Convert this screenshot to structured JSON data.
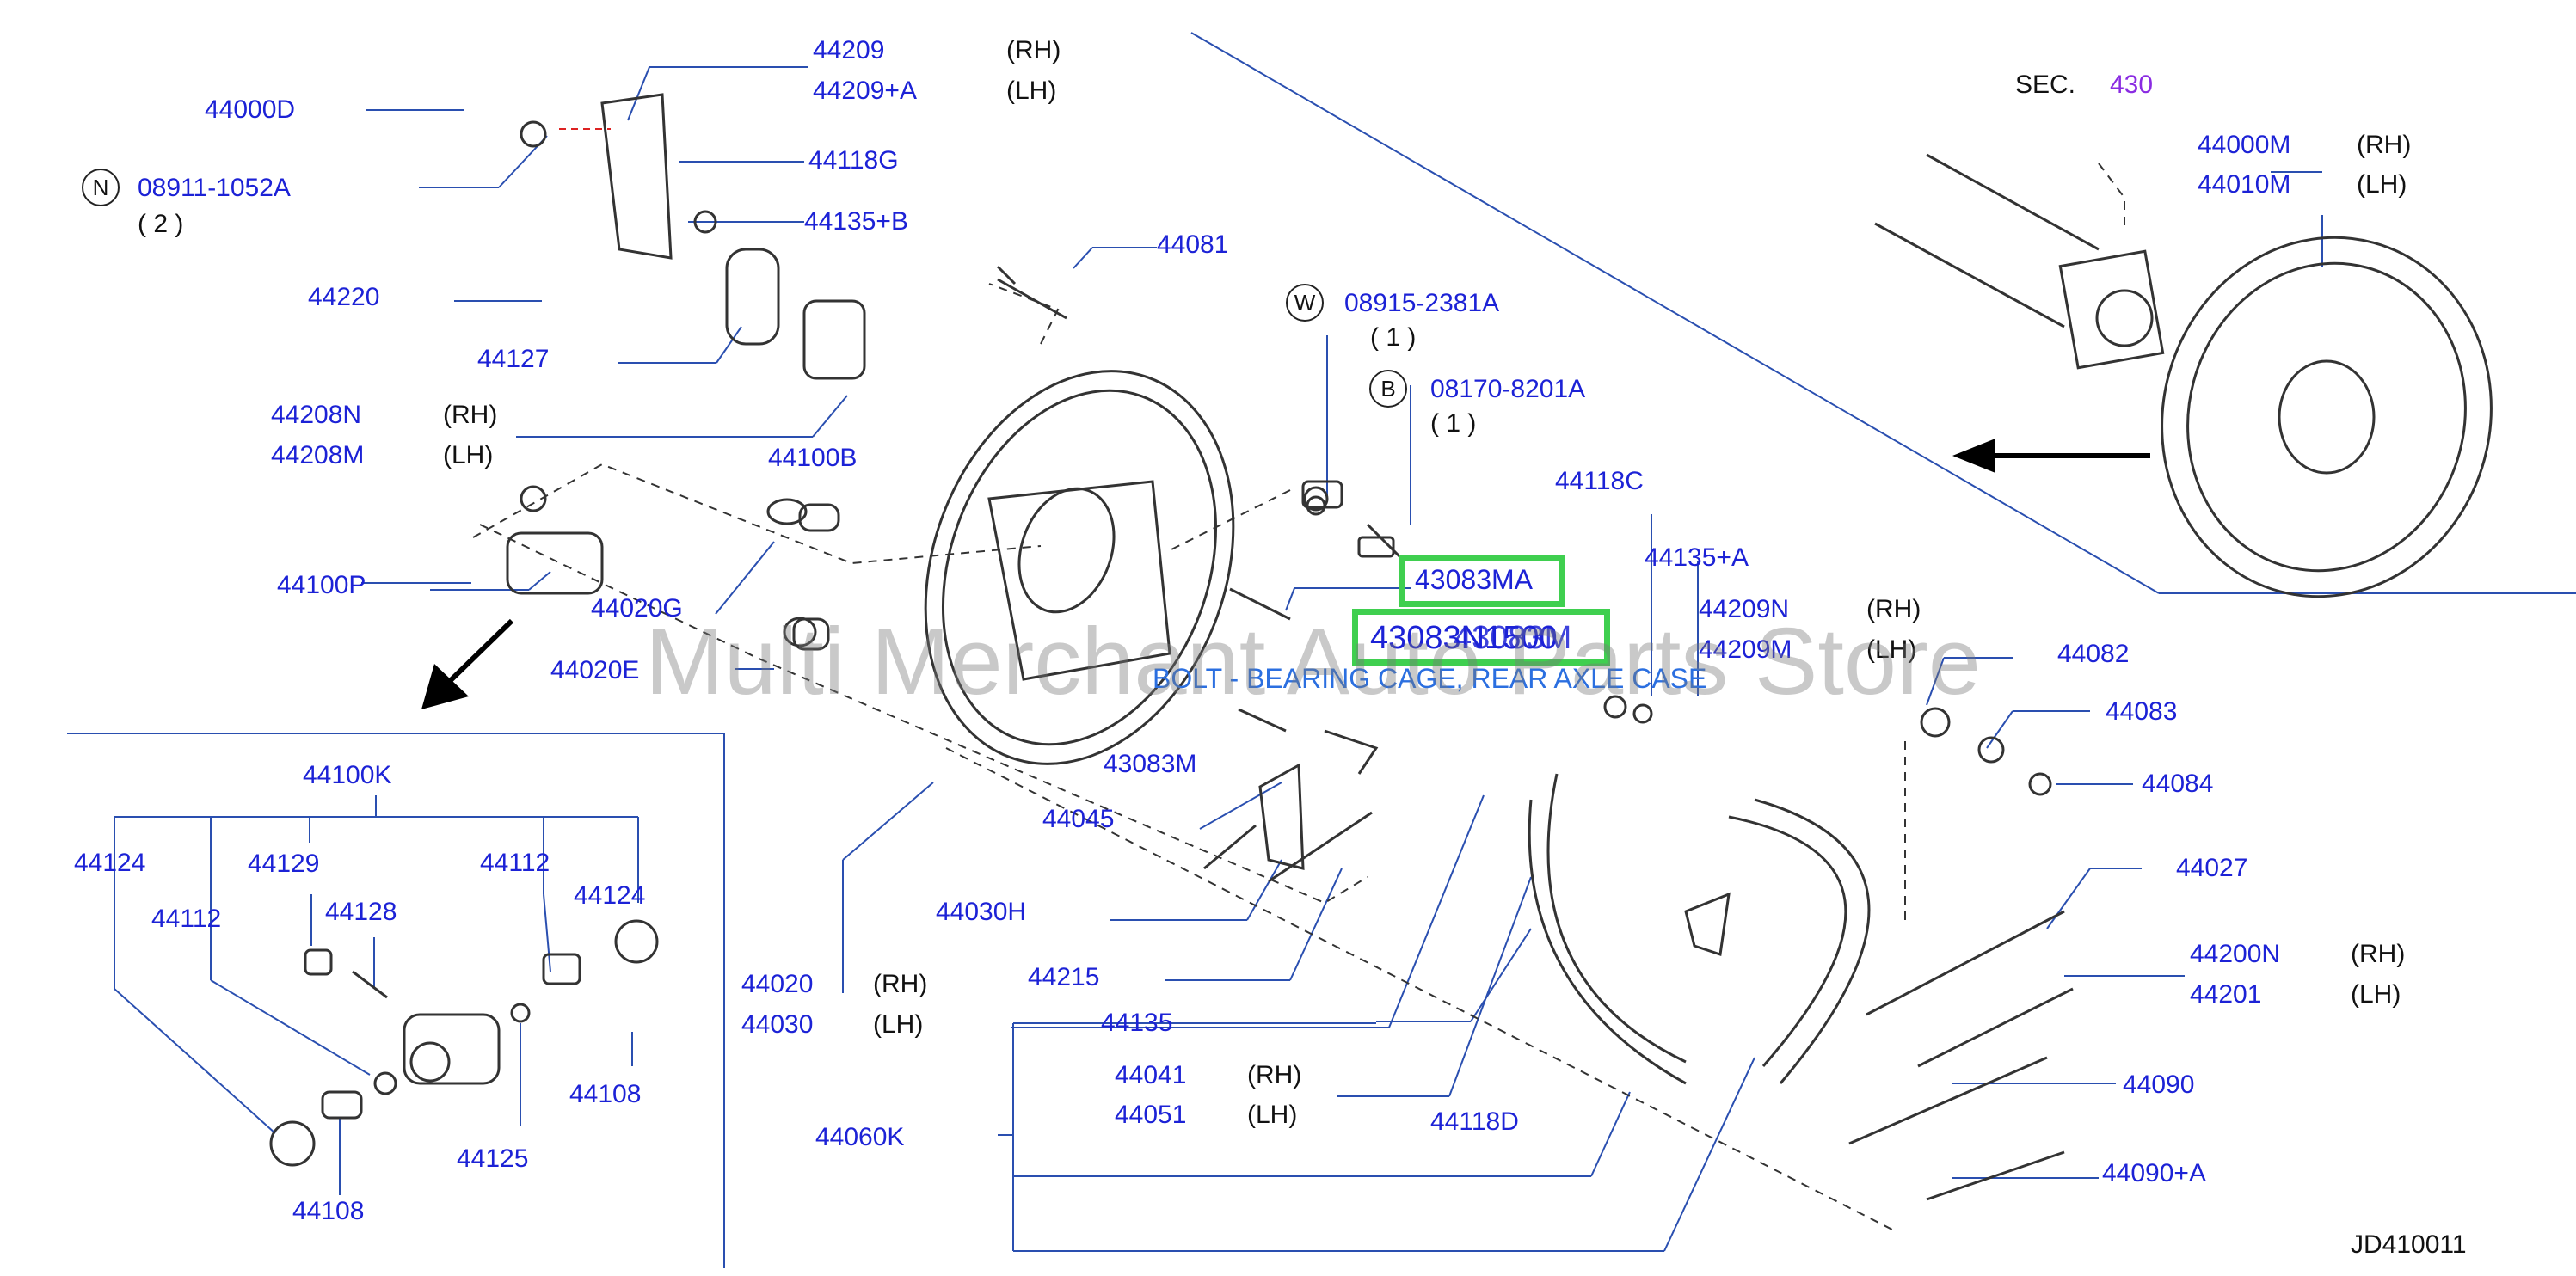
{
  "diagram": {
    "section": {
      "prefix": "SEC.",
      "number": "430"
    },
    "code": "JD410011",
    "watermark": "Multi Merchant Auto Parts Store",
    "highlight": {
      "primary": "43083MA",
      "overlay": "43083N1500",
      "overlay_extra": "43083M",
      "tooltip": "BOLT - BEARING CAGE, REAR AXLE CASE"
    },
    "badges": {
      "n": "N",
      "w": "W",
      "b": "B"
    },
    "qty": {
      "two": "( 2 )",
      "one": "( 1 )"
    },
    "sides": {
      "rh": "(RH)",
      "lh": "(LH)"
    },
    "parts": {
      "p44209": "44209",
      "p44209a": "44209+A",
      "p44000d": "44000D",
      "p08911": "08911-1052A",
      "p44118g": "44118G",
      "p44135b": "44135+B",
      "p44220": "44220",
      "p44081": "44081",
      "p44127": "44127",
      "p44208n": "44208N",
      "p44208m": "44208M",
      "p44100b": "44100B",
      "p08915": "08915-2381A",
      "p08170": "08170-8201A",
      "p44000m": "44000M",
      "p44010m": "44010M",
      "p44118c": "44118C",
      "p44135a": "44135+A",
      "p44209n": "44209N",
      "p44209m": "44209M",
      "p44100p": "44100P",
      "p44020g": "44020G",
      "p44020e": "44020E",
      "p44082": "44082",
      "p44083": "44083",
      "p44084": "44084",
      "p43083m": "43083M",
      "p44045": "44045",
      "p44030h": "44030H",
      "p44215": "44215",
      "p44027": "44027",
      "p44200n": "44200N",
      "p44201": "44201",
      "p44020": "44020",
      "p44030": "44030",
      "p44135": "44135",
      "p44041": "44041",
      "p44051": "44051",
      "p44118d": "44118D",
      "p44090": "44090",
      "p44090a": "44090+A",
      "p44060k": "44060K",
      "p44100k": "44100K",
      "p44124a": "44124",
      "p44129": "44129",
      "p44112a": "44112",
      "p44128": "44128",
      "p44112b": "44112",
      "p44124b": "44124",
      "p44108a": "44108",
      "p44125": "44125",
      "p44108b": "44108"
    }
  },
  "colors": {
    "part_number": "#1c22d6",
    "highlight_border": "#3fcf4f",
    "tooltip": "#2b6fe0",
    "section_number": "#8a2be2",
    "leader": "#2a4fb0"
  }
}
